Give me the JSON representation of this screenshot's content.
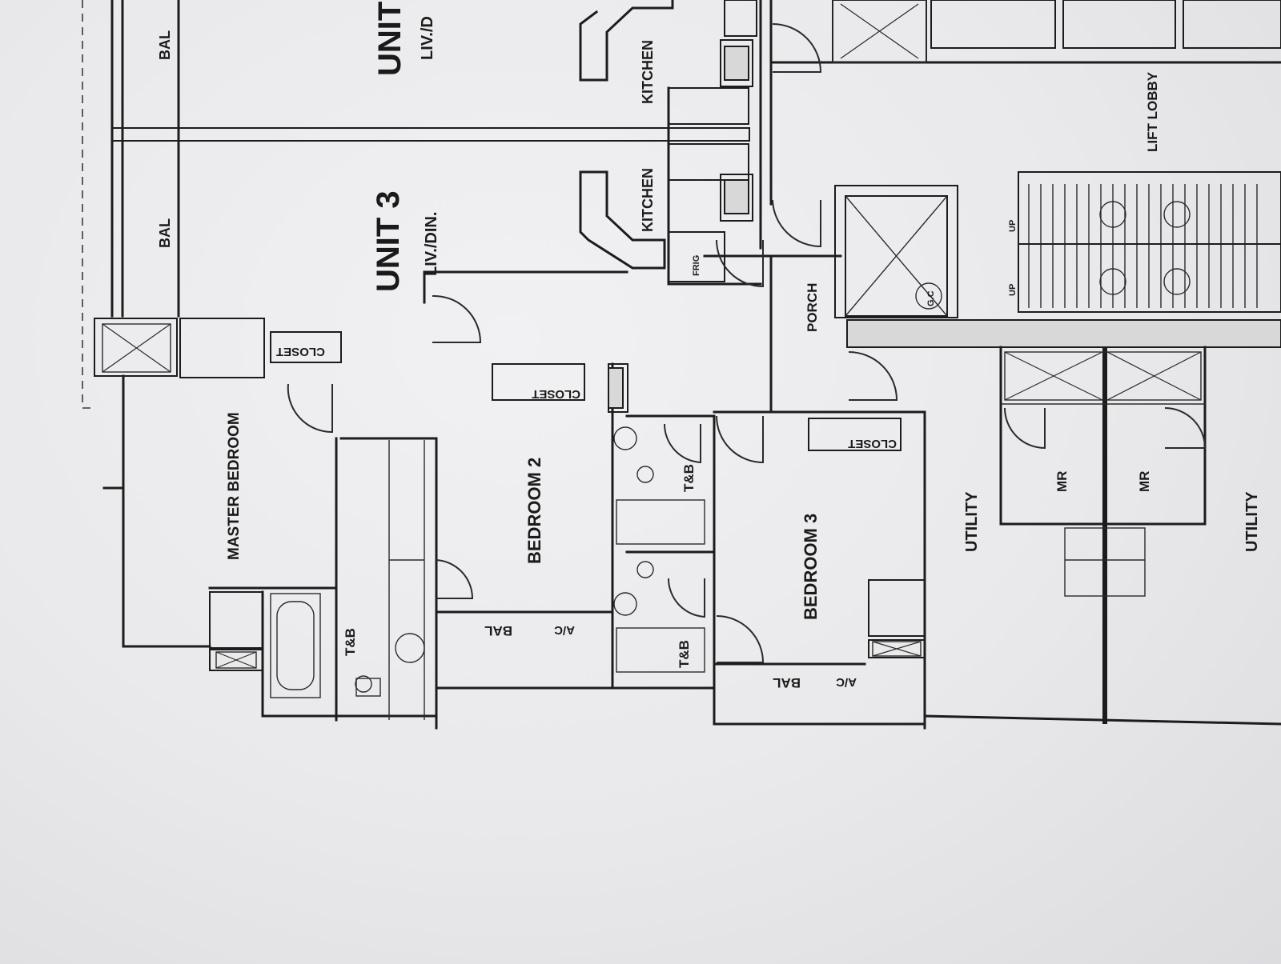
{
  "labels": {
    "unit_top": "UNIT",
    "unit_top_sub": "LIV./D",
    "unit3": "UNIT 3",
    "unit3_sub": "LIV./DIN.",
    "bal": "BAL",
    "kitchen": "KITCHEN",
    "lift_lobby": "LIFT LOBBY",
    "porch": "PORCH",
    "closet": "CLOSET",
    "master_bedroom": "MASTER BEDROOM",
    "bedroom2": "BEDROOM 2",
    "bedroom3": "BEDROOM 3",
    "tb": "T&B",
    "ac": "A/C",
    "utility": "UTILITY",
    "mr": "MR",
    "gc": "G.C",
    "fridge": "FRIG",
    "up": "UP"
  }
}
